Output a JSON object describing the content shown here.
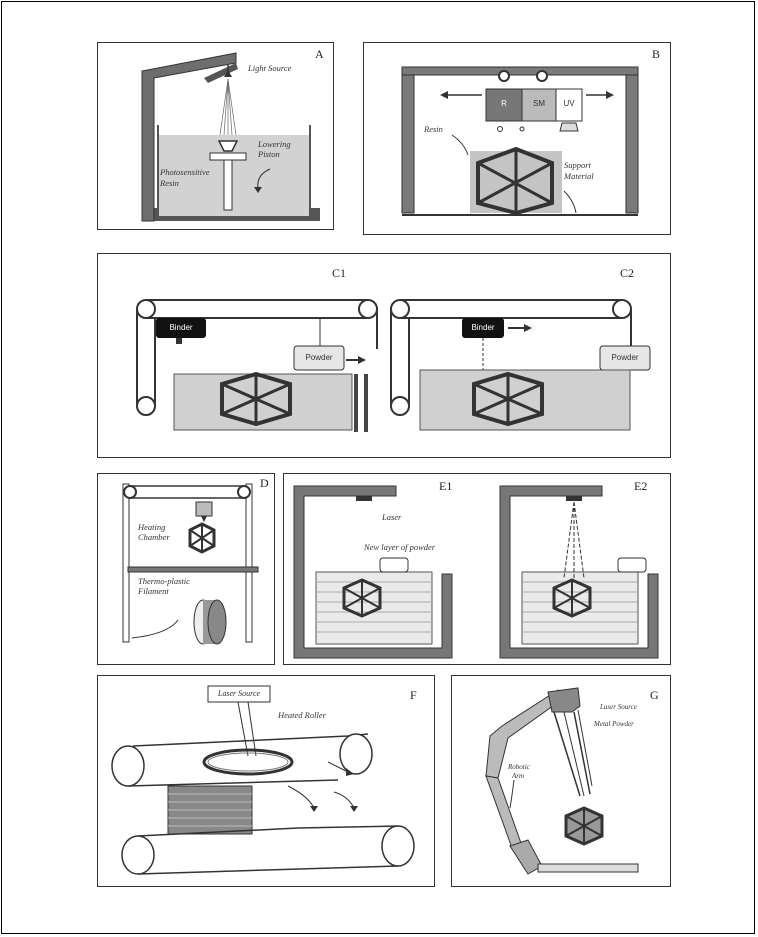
{
  "panels": {
    "a": {
      "label": "A",
      "light_source": "Light Source",
      "lowering": "Lowering",
      "piston": "Piston",
      "photosensitive": "Photosensitive",
      "resin": "Resin"
    },
    "b": {
      "label": "B",
      "r": "R",
      "sm": "SM",
      "uv": "UV",
      "resin": "Resin",
      "support": "Support",
      "material": "Material"
    },
    "c": {
      "label1": "C1",
      "label2": "C2",
      "binder": "Binder",
      "powder": "Powder"
    },
    "d": {
      "label": "D",
      "heating": "Heating",
      "chamber": "Chamber",
      "thermo": "Thermo-plastic",
      "filament": "Filament"
    },
    "e": {
      "label1": "E1",
      "label2": "E2",
      "laser": "Laser",
      "new_layer": "New layer of powder"
    },
    "f": {
      "label": "F",
      "laser_source": "Laser Source",
      "heated_roller": "Heated Roller"
    },
    "g": {
      "label": "G",
      "laser_source": "Laser Source",
      "metal_powder": "Metal Powder",
      "robotic": "Robotic",
      "arm": "Arm"
    }
  }
}
